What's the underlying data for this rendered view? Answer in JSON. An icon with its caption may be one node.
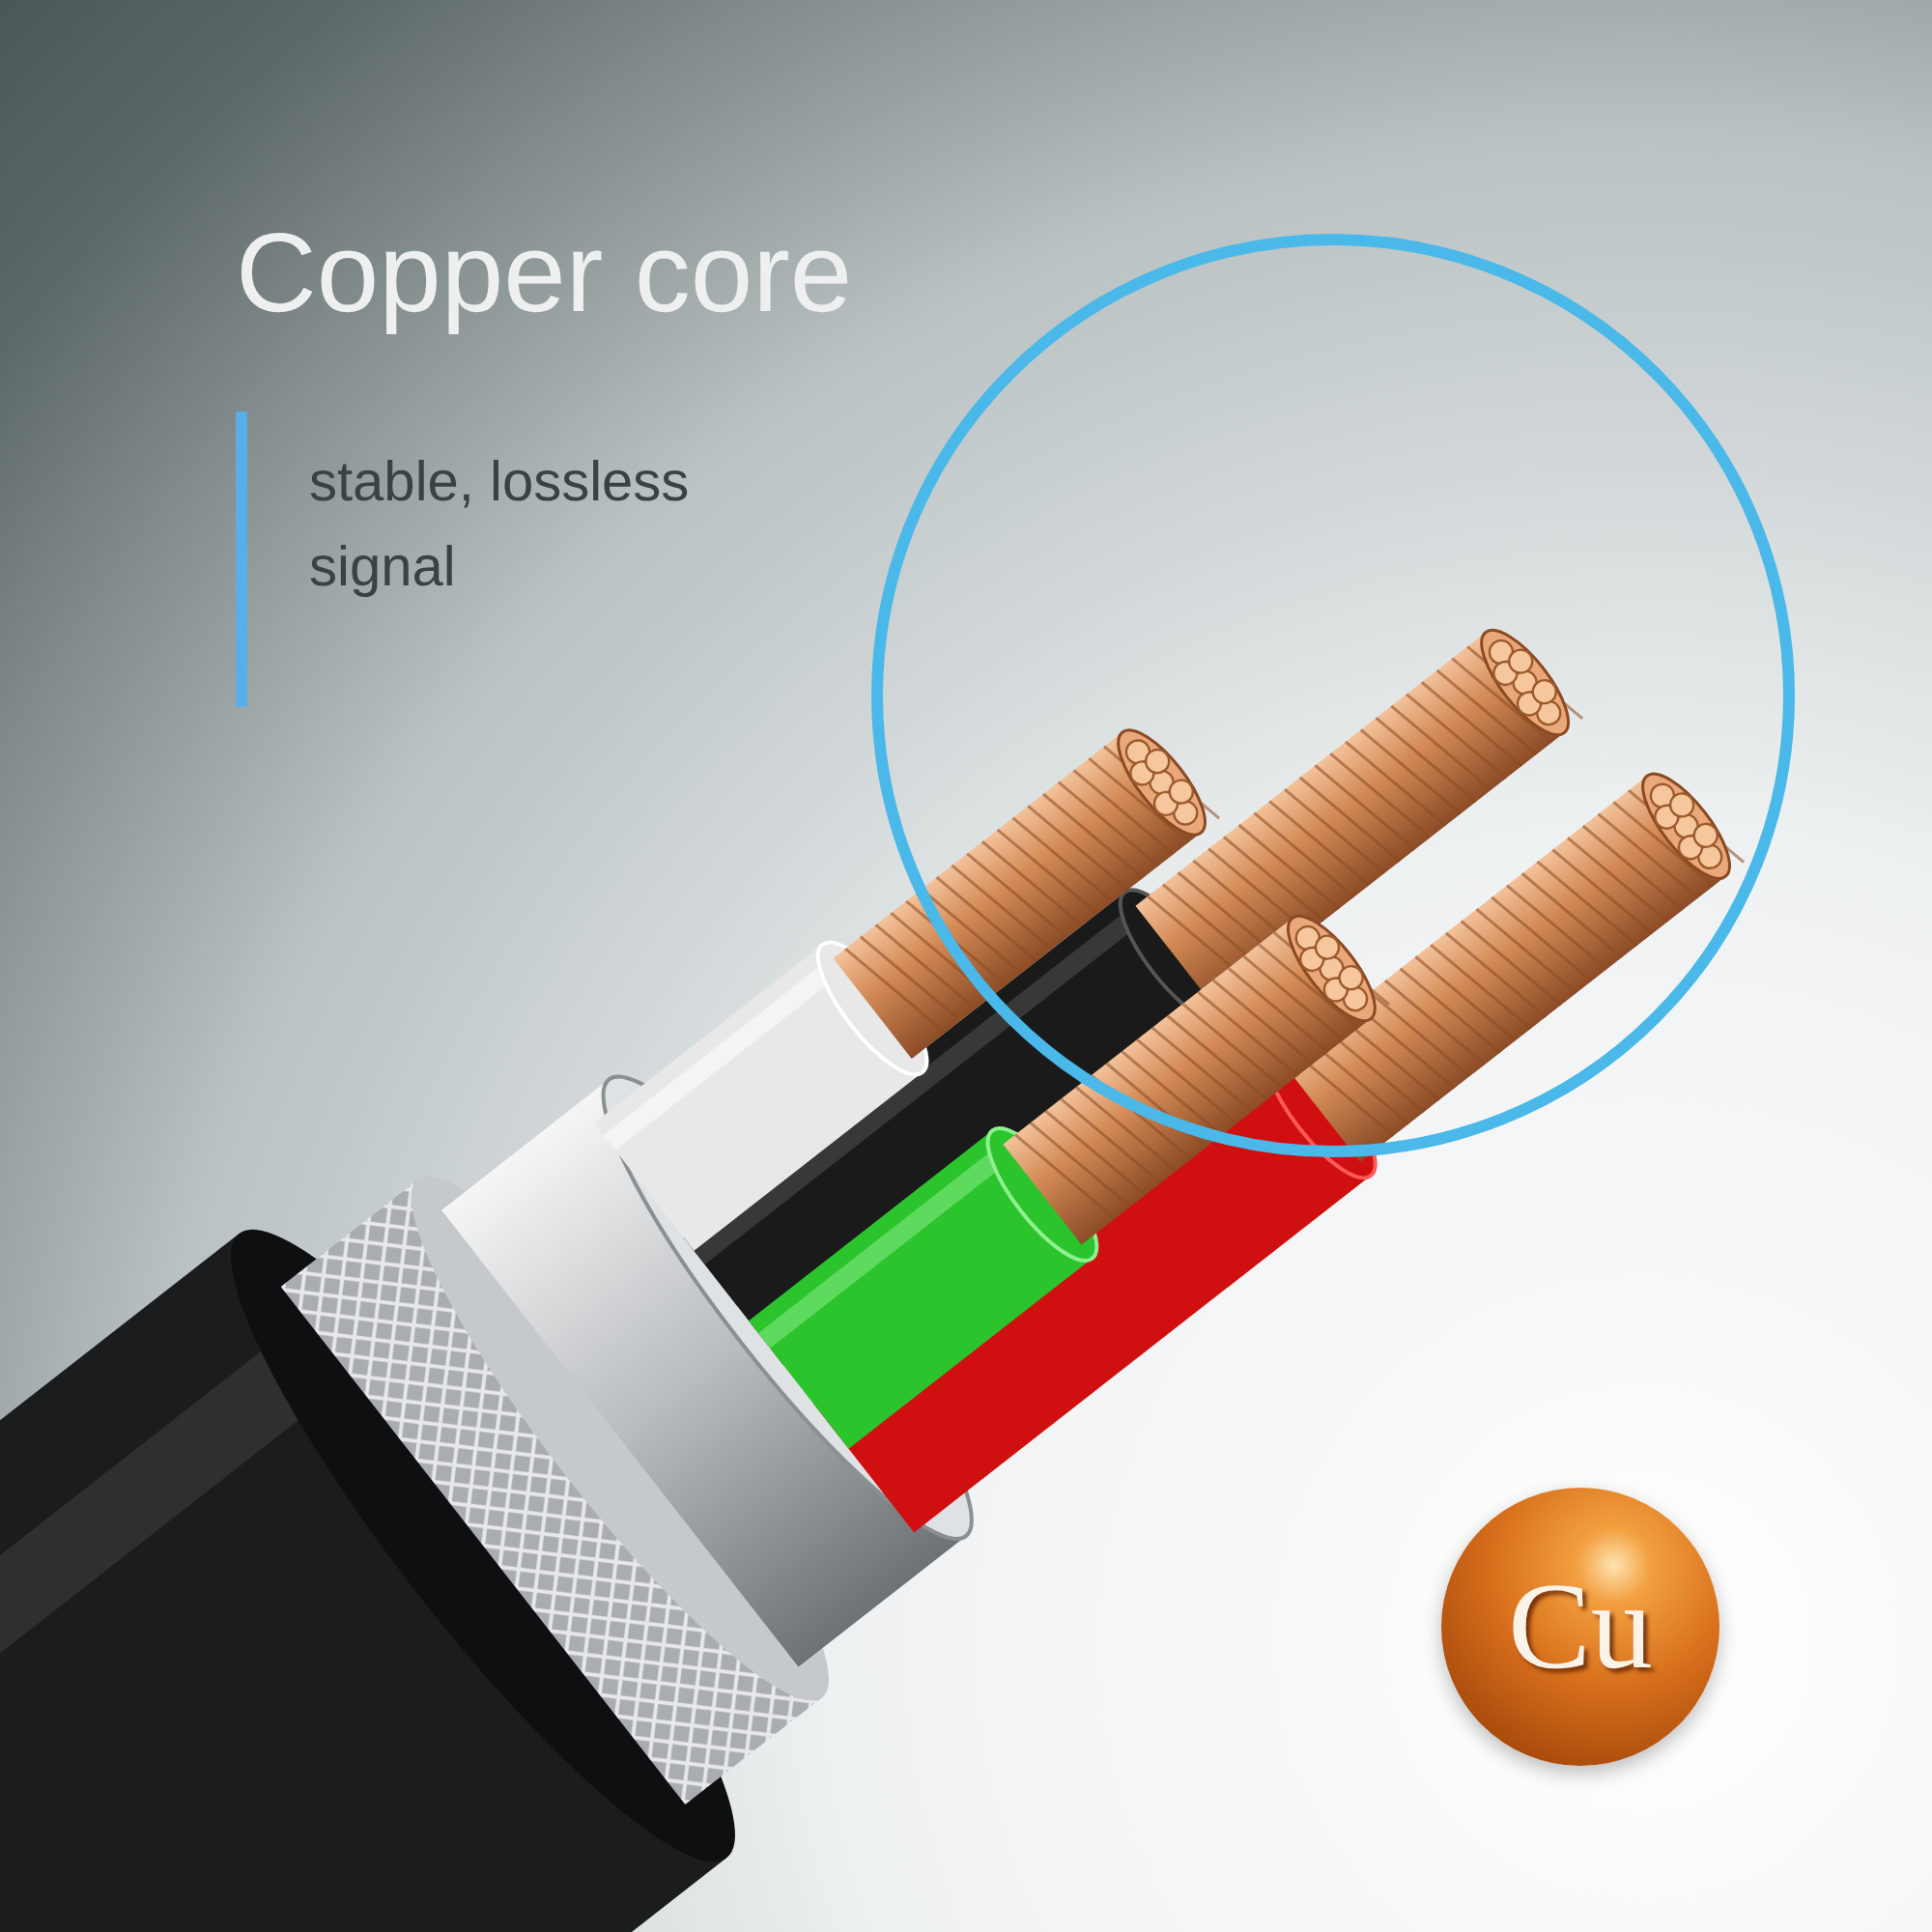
{
  "diagram": {
    "title": "Copper core",
    "nodes": [
      {
        "text": [
          "Cu"
        ]
      }
    ],
    "labels": [
      "stable, lossless signal"
    ]
  }
}
